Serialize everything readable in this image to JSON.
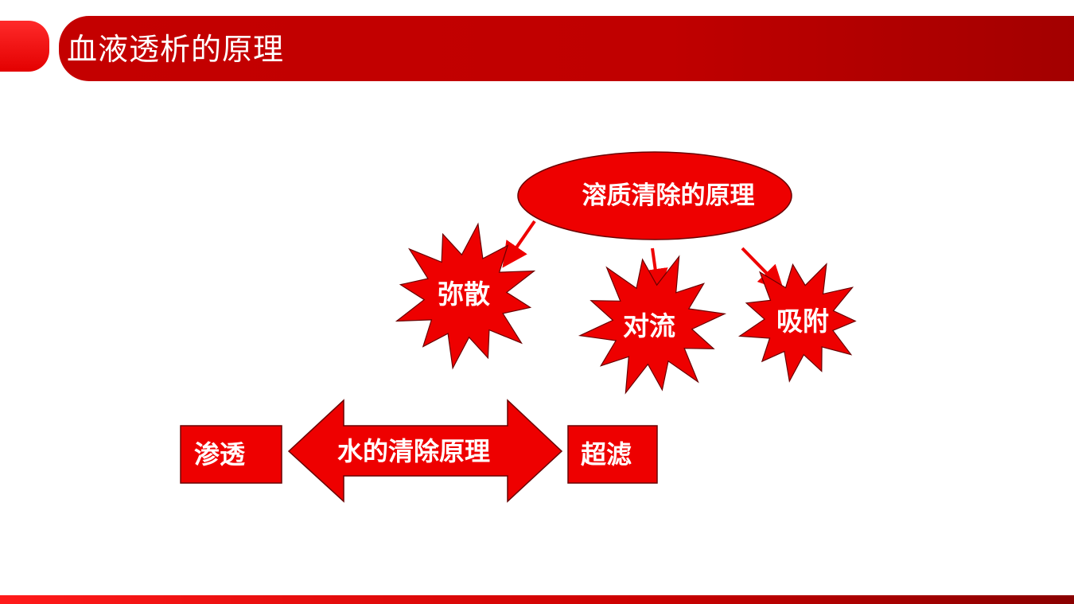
{
  "header": {
    "title": "血液透析的原理"
  },
  "diagram": {
    "solute": {
      "root": "溶质清除的原理",
      "children": [
        "弥散",
        "对流",
        "吸附"
      ]
    },
    "water": {
      "root": "水的清除原理",
      "left": "渗透",
      "right": "超滤"
    }
  },
  "colors": {
    "primary_red": "#ee0000",
    "title_bar": "#c00000",
    "text_light": "#ffffff",
    "outline": "#7a0000"
  }
}
